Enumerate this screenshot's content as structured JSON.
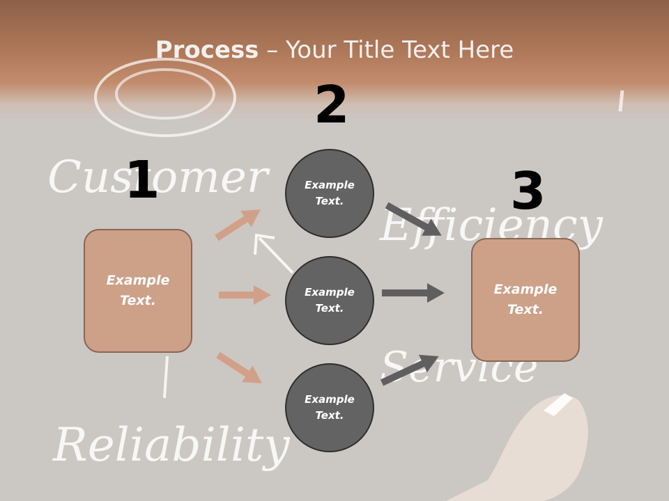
{
  "slide": {
    "title_bold": "Process",
    "title_rest": " – Your Title Text Here"
  },
  "background": {
    "words": [
      "Customer",
      "Efficiency",
      "Service",
      "Reliability"
    ]
  },
  "steps": {
    "step1_number": "1",
    "step2_number": "2",
    "step3_number": "3"
  },
  "nodes": {
    "left_box": "Example Text.",
    "circle_top": "Example Text.",
    "circle_middle": "Example Text.",
    "circle_bottom": "Example Text.",
    "right_box": "Example Text."
  },
  "colors": {
    "box_fill": "#cda088",
    "circle_fill": "#636363",
    "arrow_left": "#d1a088",
    "arrow_right": "#5f5f5f"
  }
}
